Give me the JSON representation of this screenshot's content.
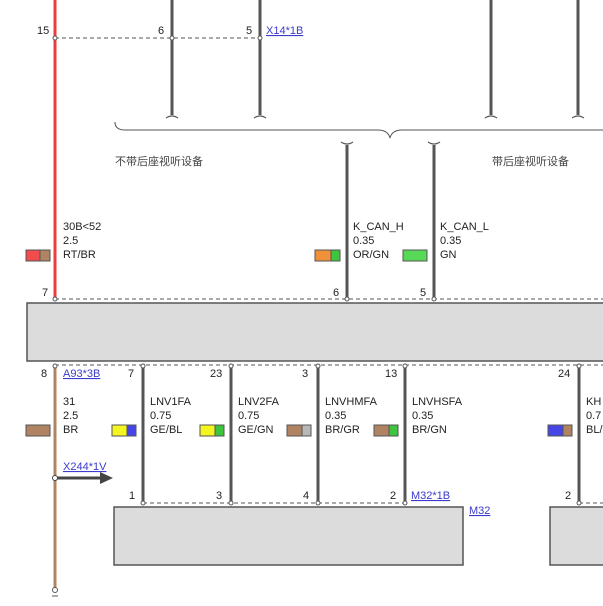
{
  "connectors": {
    "x14": "X14*1B",
    "a93": "A93*3B",
    "x244": "X244*1V",
    "m32_pin": "M32*1B",
    "m32": "M32"
  },
  "top_pins": {
    "p15": "15",
    "p6": "6",
    "p5": "5"
  },
  "options": {
    "without": "不带后座视听设备",
    "with": "带后座视听设备"
  },
  "module_top_pins": {
    "p7": "7",
    "p6": "6",
    "p5": "5"
  },
  "module_bottom_pins": {
    "p8": "8",
    "p7": "7",
    "p23": "23",
    "p3": "3",
    "p13": "13",
    "p24": "24"
  },
  "bottom_pins": {
    "p1": "1",
    "p3": "3",
    "p4": "4",
    "p2": "2",
    "p2b": "2"
  },
  "wires": [
    {
      "id": "w30b",
      "l1": "30B<52",
      "l2": "2.5",
      "l3": "RT/BR",
      "c1": "#f24b4b",
      "c2": "#b08463"
    },
    {
      "id": "wcanh",
      "l1": "K_CAN_H",
      "l2": "0.35",
      "l3": "OR/GN",
      "c1": "#f0913a",
      "c2": "#3ec43e"
    },
    {
      "id": "wcanl",
      "l1": "K_CAN_L",
      "l2": "0.35",
      "l3": "GN",
      "c1": "#57d957",
      "c2": "#57d957"
    },
    {
      "id": "w31",
      "l1": "31",
      "l2": "2.5",
      "l3": "BR",
      "c1": "#b08463",
      "c2": "#b08463"
    },
    {
      "id": "wlnv1",
      "l1": "LNV1FA",
      "l2": "0.75",
      "l3": "GE/BL",
      "c1": "#f5f51f",
      "c2": "#4646e6"
    },
    {
      "id": "wlnv2",
      "l1": "LNV2FA",
      "l2": "0.75",
      "l3": "GE/GN",
      "c1": "#f5f51f",
      "c2": "#3ec43e"
    },
    {
      "id": "wlnvhm",
      "l1": "LNVHMFA",
      "l2": "0.35",
      "l3": "BR/GR",
      "c1": "#b08463",
      "c2": "#b8b8b8"
    },
    {
      "id": "wlnvhs",
      "l1": "LNVHSFA",
      "l2": "0.35",
      "l3": "BR/GN",
      "c1": "#b08463",
      "c2": "#3ec43e"
    },
    {
      "id": "wkh",
      "l1": "KH",
      "l2": "0.7",
      "l3": "BL/",
      "c1": "#4646e6",
      "c2": "#b08463"
    }
  ]
}
